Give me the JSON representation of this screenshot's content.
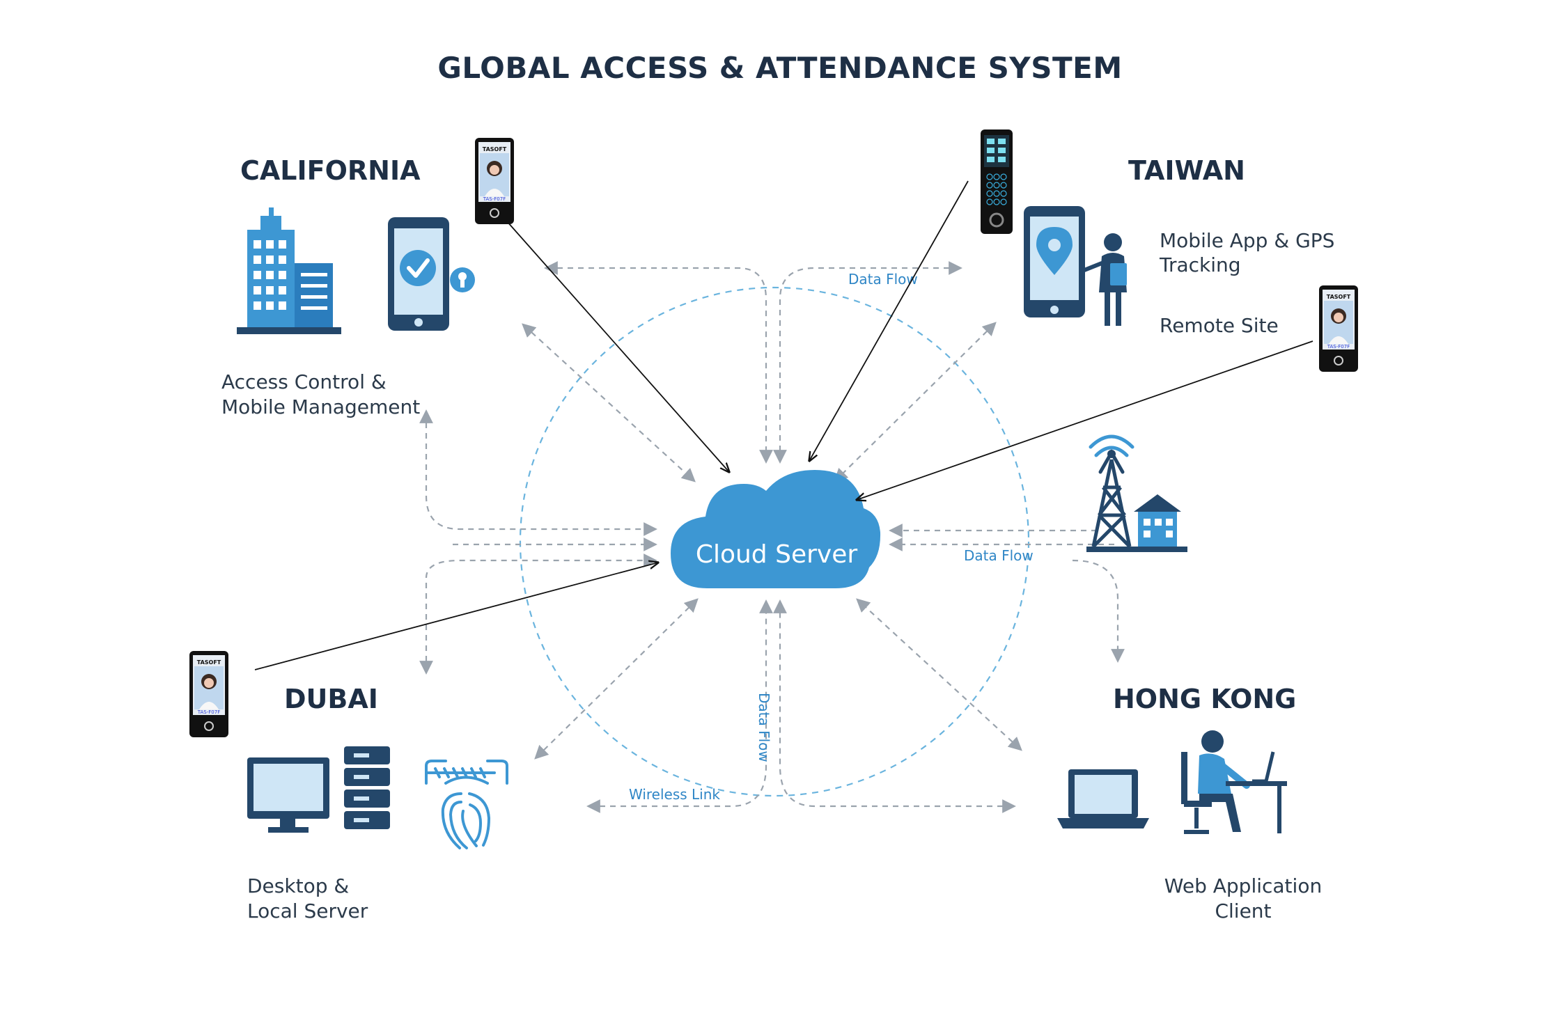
{
  "title": "GLOBAL ACCESS & ATTENDANCE SYSTEM",
  "hub": {
    "label": "Cloud Server"
  },
  "regions": {
    "california": {
      "name": "CALIFORNIA",
      "desc_lines": [
        "Access Control &",
        "Mobile Management"
      ]
    },
    "taiwan": {
      "name": "TAIWAN",
      "desc_lines": [
        "Mobile App & GPS",
        "Tracking"
      ],
      "remote": "Remote Site"
    },
    "dubai": {
      "name": "DUBAI",
      "desc_lines": [
        "Desktop &",
        "Local Server"
      ]
    },
    "hongkong": {
      "name": "HONG KONG",
      "desc_lines": [
        "Web Application",
        "Client"
      ]
    }
  },
  "flow_labels": {
    "top": "Data Flow",
    "right": "Data Flow",
    "bottom_vertical": "Data Flow",
    "bottom_left": "Wireless Link"
  },
  "device": {
    "brand": "TASOFT",
    "model": "TAS-F07F"
  },
  "colors": {
    "accent": "#3d97d3",
    "navy": "#1e2f45",
    "arrow": "#9aa3ad",
    "orbit": "#6ab4de"
  }
}
